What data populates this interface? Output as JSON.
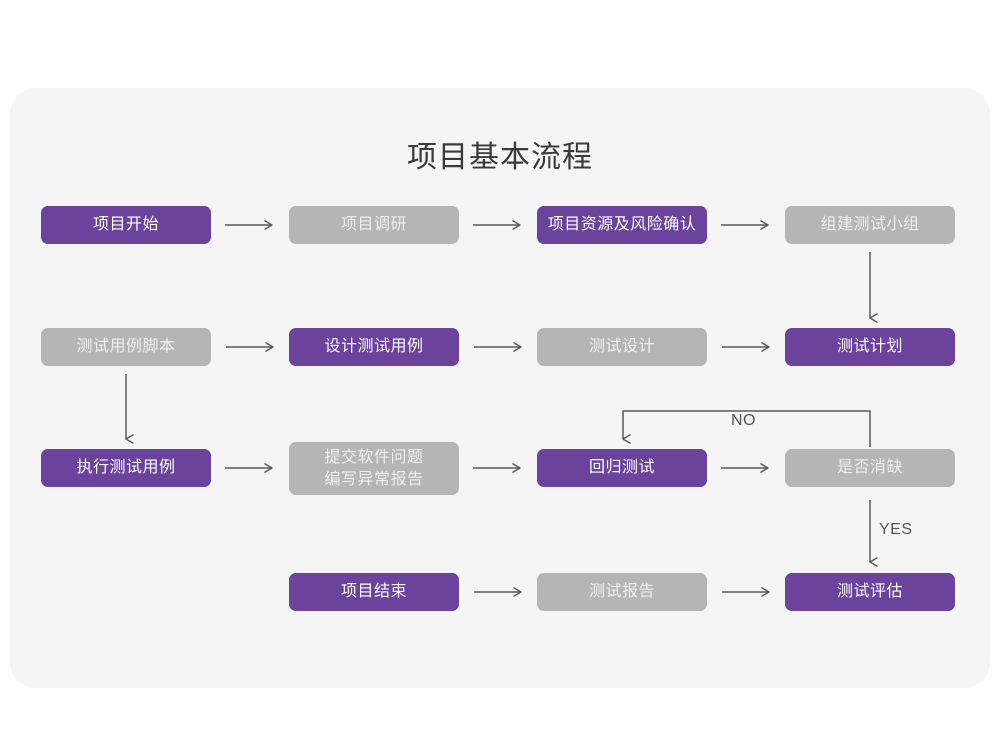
{
  "diagram": {
    "title": "项目基本流程",
    "colors": {
      "page_background": "#ffffff",
      "card_background": "#f5f5f5",
      "accent_purple": "#6b429c",
      "muted_gray": "#b5b5b5",
      "arrow": "#5a5a5a",
      "title_text": "#3a3a3a"
    },
    "nodes": [
      {
        "id": "n1",
        "label": "项目开始",
        "style": "purple",
        "row": 1,
        "col": 1
      },
      {
        "id": "n2",
        "label": "项目调研",
        "style": "gray",
        "row": 1,
        "col": 2
      },
      {
        "id": "n3",
        "label": "项目资源及风险确认",
        "style": "purple",
        "row": 1,
        "col": 3
      },
      {
        "id": "n4",
        "label": "组建测试小组",
        "style": "gray",
        "row": 1,
        "col": 4
      },
      {
        "id": "n5",
        "label": "测试用例脚本",
        "style": "gray",
        "row": 2,
        "col": 1
      },
      {
        "id": "n6",
        "label": "设计测试用例",
        "style": "purple",
        "row": 2,
        "col": 2
      },
      {
        "id": "n7",
        "label": "测试设计",
        "style": "gray",
        "row": 2,
        "col": 3
      },
      {
        "id": "n8",
        "label": "测试计划",
        "style": "purple",
        "row": 2,
        "col": 4
      },
      {
        "id": "n9",
        "label": "执行测试用例",
        "style": "purple",
        "row": 3,
        "col": 1
      },
      {
        "id": "n10",
        "label": "提交软件问题\n编写异常报告",
        "style": "gray",
        "row": 3,
        "col": 2
      },
      {
        "id": "n11",
        "label": "回归测试",
        "style": "purple",
        "row": 3,
        "col": 3
      },
      {
        "id": "n12",
        "label": "是否消缺",
        "style": "gray",
        "row": 3,
        "col": 4
      },
      {
        "id": "n13",
        "label": "项目结束",
        "style": "purple",
        "row": 4,
        "col": 2
      },
      {
        "id": "n14",
        "label": "测试报告",
        "style": "gray",
        "row": 4,
        "col": 3
      },
      {
        "id": "n15",
        "label": "测试评估",
        "style": "purple",
        "row": 4,
        "col": 4
      }
    ],
    "edge_labels": {
      "no": "NO",
      "yes": "YES"
    },
    "edges": [
      {
        "from": "n1",
        "to": "n2",
        "direction": "right"
      },
      {
        "from": "n2",
        "to": "n3",
        "direction": "right"
      },
      {
        "from": "n3",
        "to": "n4",
        "direction": "right"
      },
      {
        "from": "n4",
        "to": "n8",
        "direction": "down"
      },
      {
        "from": "n8",
        "to": "n7",
        "direction": "left"
      },
      {
        "from": "n7",
        "to": "n6",
        "direction": "left"
      },
      {
        "from": "n6",
        "to": "n5",
        "direction": "left"
      },
      {
        "from": "n5",
        "to": "n9",
        "direction": "down"
      },
      {
        "from": "n9",
        "to": "n10",
        "direction": "right"
      },
      {
        "from": "n10",
        "to": "n11",
        "direction": "right"
      },
      {
        "from": "n11",
        "to": "n12",
        "direction": "right"
      },
      {
        "from": "n12",
        "to": "n11",
        "direction": "loop-up-left",
        "label": "NO"
      },
      {
        "from": "n12",
        "to": "n15",
        "direction": "down",
        "label": "YES"
      },
      {
        "from": "n15",
        "to": "n14",
        "direction": "left"
      },
      {
        "from": "n14",
        "to": "n13",
        "direction": "left"
      }
    ]
  }
}
